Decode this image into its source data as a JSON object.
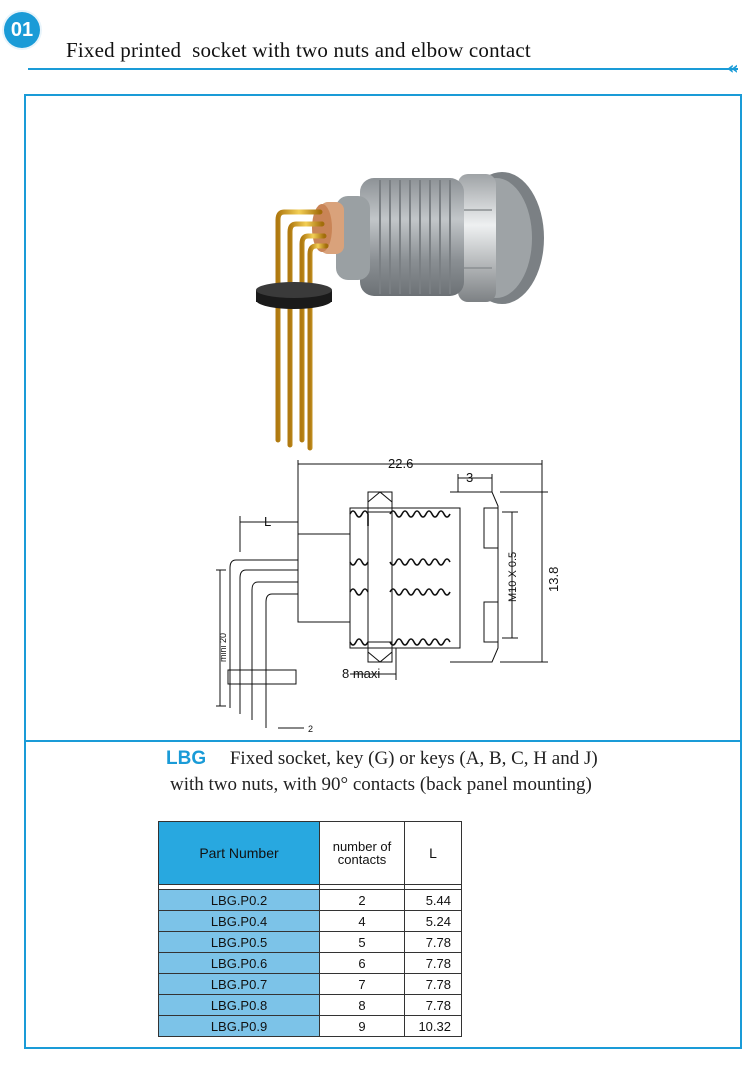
{
  "header": {
    "section_number": "01",
    "title": "Fixed printed  socket with two nuts and elbow contact",
    "chevrons": "«"
  },
  "drawing": {
    "dim_overall": "22.6",
    "dim_flange": "3",
    "dim_L": "L",
    "dim_thread": "M10 X 0.5",
    "dim_height": "13.8",
    "dim_min": "mini 20",
    "dim_max": "8 maxi",
    "dim_pitch": "2"
  },
  "description": {
    "code": "LBG",
    "line1": "Fixed socket, key (G) or keys (A, B, C, H and J)",
    "line2": "with two nuts, with 90° contacts (back panel mounting)"
  },
  "table": {
    "headers": {
      "part_number": "Part Number",
      "contacts": "number of contacts",
      "length": "L"
    },
    "rows": [
      {
        "part": "LBG.P0.2",
        "contacts": "2",
        "length": "5.44"
      },
      {
        "part": "LBG.P0.4",
        "contacts": "4",
        "length": "5.24"
      },
      {
        "part": "LBG.P0.5",
        "contacts": "5",
        "length": "7.78"
      },
      {
        "part": "LBG.P0.6",
        "contacts": "6",
        "length": "7.78"
      },
      {
        "part": "LBG.P0.7",
        "contacts": "7",
        "length": "7.78"
      },
      {
        "part": "LBG.P0.8",
        "contacts": "8",
        "length": "7.78"
      },
      {
        "part": "LBG.P0.9",
        "contacts": "9",
        "length": "10.32"
      }
    ]
  },
  "colors": {
    "accent": "#1a9bd7",
    "header_cell": "#28a8e0",
    "part_cell": "#7cc3e8"
  }
}
